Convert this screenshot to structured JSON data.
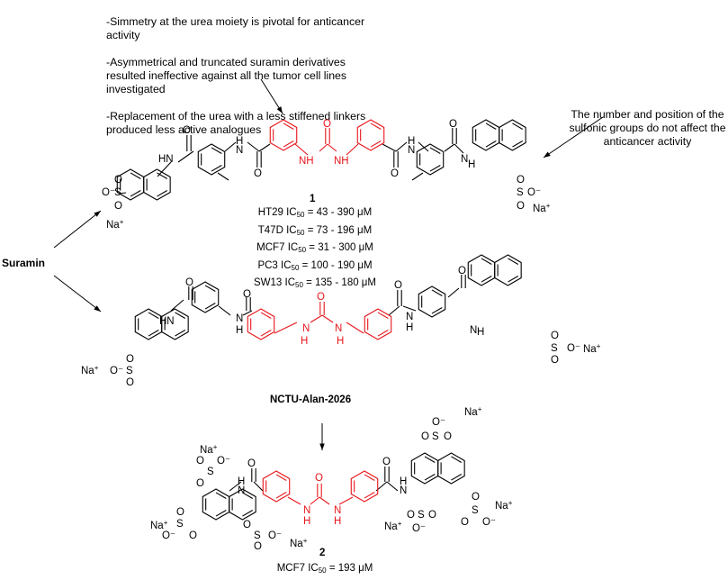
{
  "notes": {
    "urea": [
      "-Simmetry at the urea moiety is pivotal for anticancer activity",
      "-Asymmetrical and truncated suramin derivatives resulted ineffective against all the tumor cell lines investigated",
      "-Replacement of the urea with a less stiffened linkers produced  less active analogues"
    ],
    "sulfonic": "The number and position of the sulfonic groups do not affect the anticancer activity"
  },
  "source_label": "Suramin",
  "compound1": {
    "label": "1",
    "ic50": [
      {
        "cell": "HT29",
        "prefix": "IC",
        "sub": "50",
        "value": "= 43 - 390 μM"
      },
      {
        "cell": "T47D",
        "prefix": "IC",
        "sub": "50",
        "value": "= 73 - 196 μM"
      },
      {
        "cell": "MCF7",
        "prefix": "IC",
        "sub": "50",
        "value": "= 31 - 300 μM"
      },
      {
        "cell": "PC3",
        "prefix": "IC",
        "sub": "50",
        "value": "= 100 - 190 μM"
      },
      {
        "cell": "SW13",
        "prefix": "IC",
        "sub": "50",
        "value": "= 135 - 180 μM"
      }
    ]
  },
  "compound_nctu": {
    "label": "NCTU-Alan-2026"
  },
  "compound2": {
    "label": "2",
    "ic50": {
      "cell": "MCF7",
      "prefix": "IC",
      "sub": "50",
      "value": "= 193 μM"
    }
  },
  "atoms": {
    "nh": "NH",
    "hn": "HN",
    "h": "H",
    "n": "N",
    "o": "O",
    "s": "S",
    "o_minus": "O⁻",
    "na": "Na",
    "na_charge": "+"
  },
  "colors": {
    "urea_core": "#e8151b",
    "ink": "#000000"
  }
}
